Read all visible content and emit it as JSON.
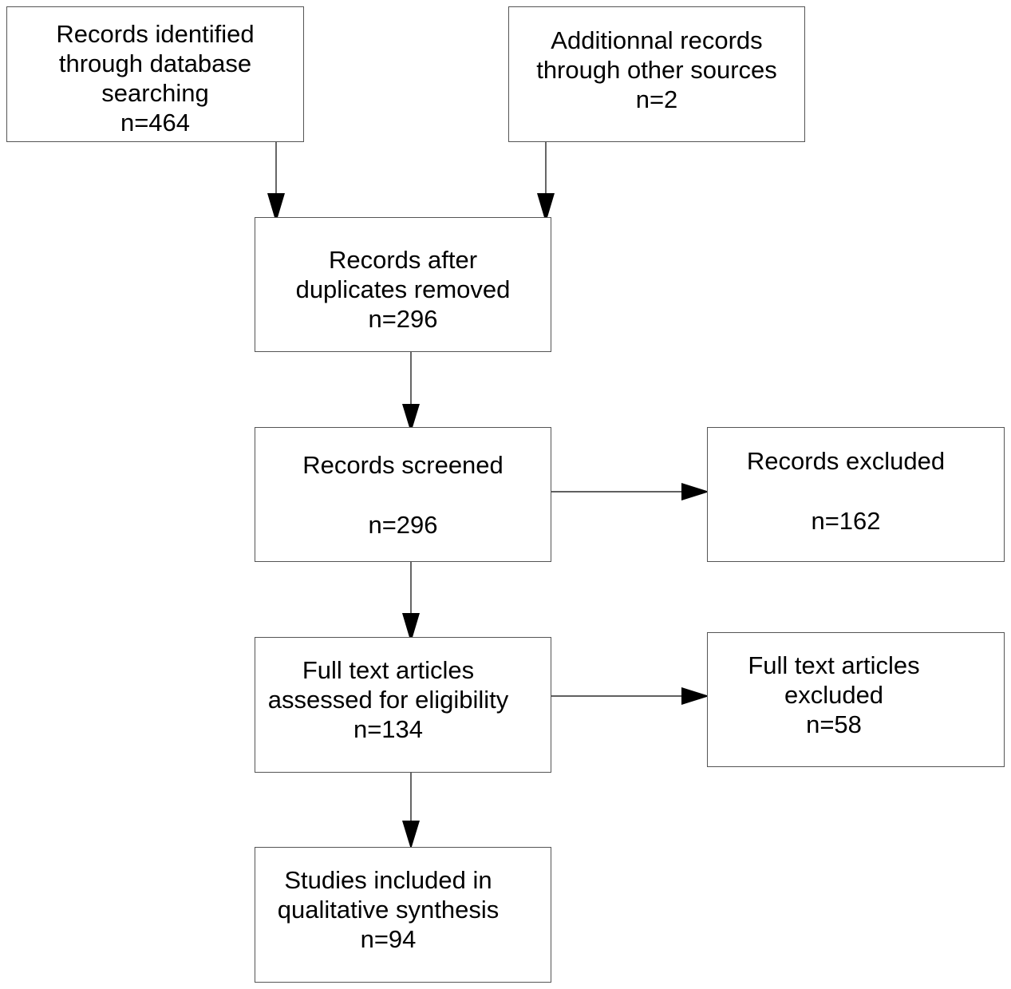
{
  "boxes": {
    "database_records": {
      "lines": [
        "Records identified",
        "through database",
        "searching",
        "n=464"
      ]
    },
    "other_sources": {
      "lines": [
        "Additionnal records",
        "through other sources",
        "n=2"
      ]
    },
    "after_duplicates": {
      "lines": [
        "Records after",
        "duplicates removed",
        "n=296"
      ]
    },
    "screened": {
      "lines": [
        "Records screened",
        "n=296"
      ]
    },
    "excluded": {
      "lines": [
        "Records excluded",
        "n=162"
      ]
    },
    "fulltext_assessed": {
      "lines": [
        "Full text articles",
        "assessed for eligibility",
        "n=134"
      ]
    },
    "fulltext_excluded": {
      "lines": [
        "Full text articles",
        "excluded",
        "n=58"
      ]
    },
    "included": {
      "lines": [
        "Studies included in",
        "qualitative synthesis",
        "n=94"
      ]
    }
  },
  "colors": {
    "border": "#555555",
    "arrow": "#000000",
    "text": "#000000",
    "background": "#ffffff"
  }
}
